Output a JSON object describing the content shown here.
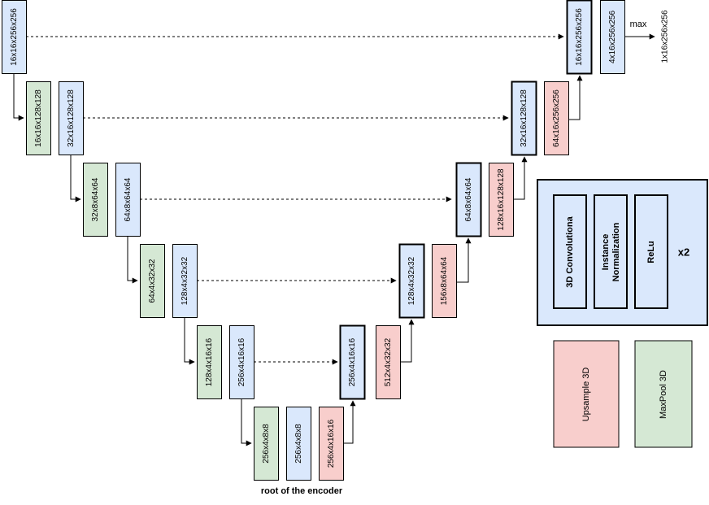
{
  "encoder": [
    {
      "label": "16x16x256x256",
      "color": "blue"
    },
    {
      "label": "16x16x128x128",
      "color": "green"
    },
    {
      "label": "32x16x128x128",
      "color": "blue"
    },
    {
      "label": "32x8x64x64",
      "color": "green"
    },
    {
      "label": "64x8x64x64",
      "color": "blue"
    },
    {
      "label": "64x4x32x32",
      "color": "green"
    },
    {
      "label": "128x4x32x32",
      "color": "blue"
    },
    {
      "label": "128x4x16x16",
      "color": "green"
    },
    {
      "label": "256x4x16x16",
      "color": "blue"
    }
  ],
  "root": [
    {
      "label": "256x4x8x8",
      "color": "green"
    },
    {
      "label": "256x4x8x8",
      "color": "blue"
    },
    {
      "label": "256x4x16x16",
      "color": "red"
    }
  ],
  "root_caption": "root of the encoder",
  "decoder": [
    {
      "label": "256x4x16x16",
      "color": "blue"
    },
    {
      "label": "512x4x32x32",
      "color": "red"
    },
    {
      "label": "128x4x32x32",
      "color": "blue"
    },
    {
      "label": "156x8x64x64",
      "color": "red"
    },
    {
      "label": "64x8x64x64",
      "color": "blue"
    },
    {
      "label": "128x16x128x128",
      "color": "red"
    },
    {
      "label": "32x16x128x128",
      "color": "blue"
    },
    {
      "label": "64x16x256x256",
      "color": "red"
    },
    {
      "label": "16x16x256x256",
      "color": "blue"
    }
  ],
  "output": {
    "label": "4x16x256x256",
    "color": "blue"
  },
  "max_label": "max",
  "final_output": "1x16x256x256",
  "legend": {
    "block_items": [
      "3D Convolutiona",
      "Instance Normalization",
      "ReLu"
    ],
    "repeat": "x2",
    "upsample": "Upsample 3D",
    "maxpool": "MaxPool 3D"
  },
  "colors": {
    "blue": "#dae8fc",
    "green": "#d5e8d4",
    "red": "#f8cecc"
  }
}
